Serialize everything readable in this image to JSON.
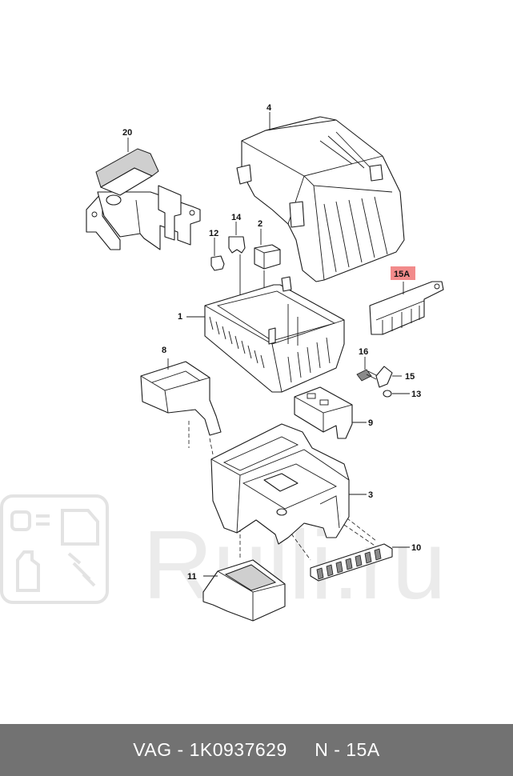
{
  "callouts": {
    "c1": "1",
    "c2": "2",
    "c3": "3",
    "c4": "4",
    "c8": "8",
    "c9": "9",
    "c10": "10",
    "c11": "11",
    "c12": "12",
    "c13": "13",
    "c14": "14",
    "c15": "15",
    "c15a": "15A",
    "c16": "16",
    "c20": "20"
  },
  "highlight_color": "#f28b8b",
  "watermark": {
    "text": "Rulli.ru"
  },
  "footer": {
    "brand_part": "VAG - 1K0937629",
    "number": "N - 15A"
  }
}
